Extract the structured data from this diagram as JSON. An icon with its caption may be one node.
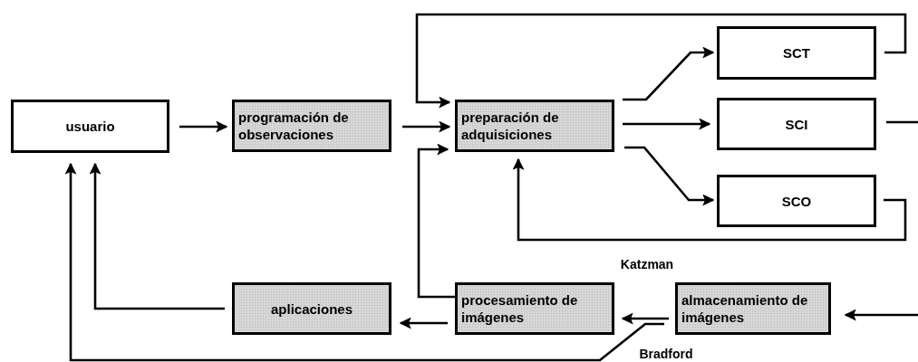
{
  "diagram": {
    "nodes": [
      {
        "text": [
          "usuario"
        ]
      },
      {
        "text": [
          "programación de observaciones"
        ]
      },
      {
        "text": [
          "preparación de adquisiciones"
        ]
      },
      {
        "text": [
          "SCT"
        ]
      },
      {
        "text": [
          "SCI"
        ]
      },
      {
        "text": [
          "SCO"
        ]
      },
      {
        "text": [
          "aplicaciones"
        ]
      },
      {
        "text": [
          "procesamiento de imágenes"
        ]
      },
      {
        "text": [
          "almacenamiento de imágenes"
        ]
      }
    ],
    "edges": [
      {
        "from": 0,
        "to": 1,
        "arrow": "to"
      },
      {
        "from": 1,
        "to": 2,
        "arrow": "to"
      },
      {
        "from": 3,
        "to": 2,
        "arrow": "to"
      },
      {
        "from": 2,
        "to": 3,
        "arrow": "to"
      },
      {
        "from": 2,
        "to": 4,
        "arrow": "to"
      },
      {
        "from": 2,
        "to": 5,
        "arrow": "to"
      },
      {
        "from": 5,
        "to": 2,
        "arrow": "to"
      },
      {
        "from": 4,
        "to": null,
        "arrow": "none"
      },
      {
        "from": null,
        "to": 8,
        "arrow": "to"
      },
      {
        "from": 8,
        "to": 7,
        "arrow": "to",
        "label": "Katzman"
      },
      {
        "from": 7,
        "to": 2,
        "arrow": "to"
      },
      {
        "from": 7,
        "to": 6,
        "arrow": "to"
      },
      {
        "from": 6,
        "to": 0,
        "arrow": "to"
      },
      {
        "from": 8,
        "to": 0,
        "arrow": "to",
        "label": "Bradford"
      }
    ]
  }
}
